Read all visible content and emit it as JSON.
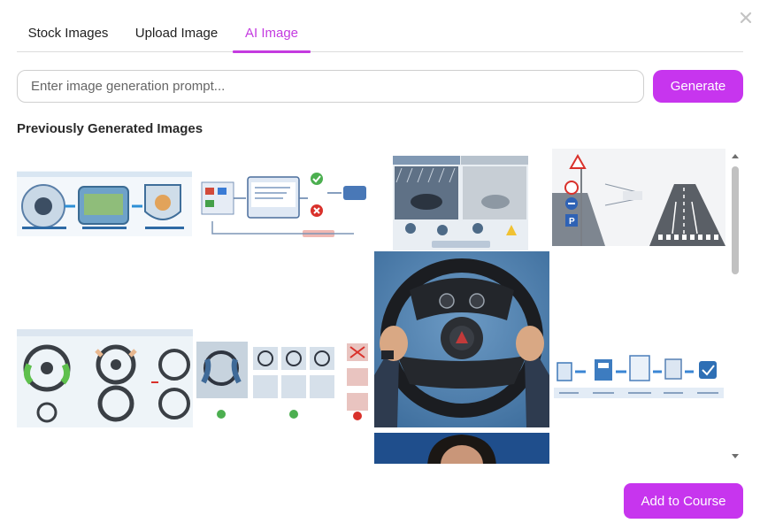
{
  "modal": {
    "close_icon": "close-icon"
  },
  "tabs": [
    {
      "label": "Stock Images",
      "active": false
    },
    {
      "label": "Upload Image",
      "active": false
    },
    {
      "label": "AI Image",
      "active": true
    }
  ],
  "prompt": {
    "placeholder": "Enter image generation prompt...",
    "value": ""
  },
  "generate_label": "Generate",
  "gallery": {
    "title": "Previously Generated Images"
  },
  "add_label": "Add to Course",
  "colors": {
    "accent": "#c735ee",
    "active_tab": "#c43be0"
  }
}
